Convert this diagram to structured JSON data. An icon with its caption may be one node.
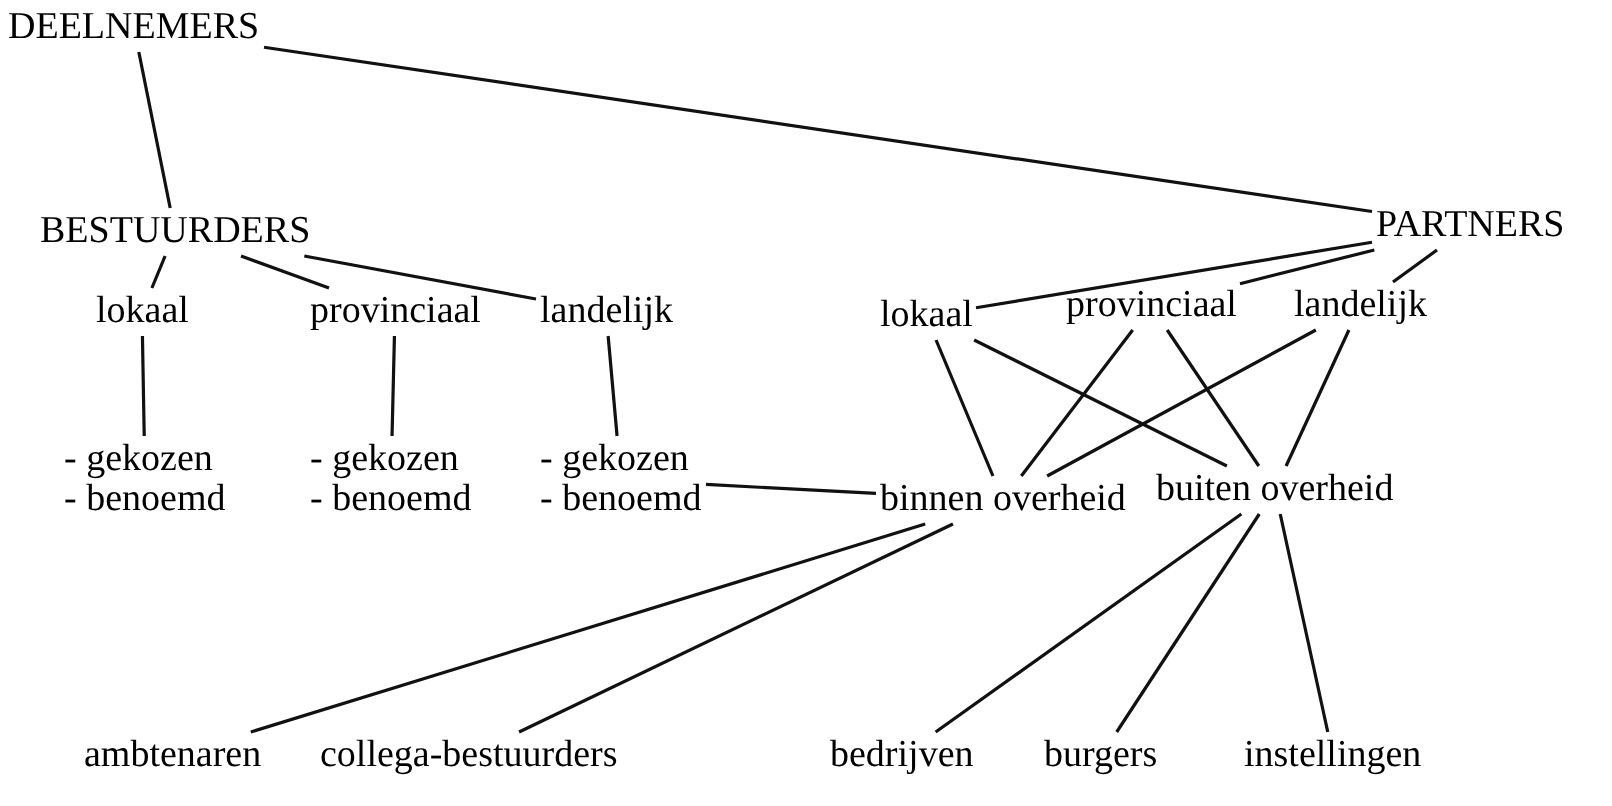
{
  "diagram": {
    "nodes": [
      {
        "text": [
          "DEELNEMERS"
        ]
      },
      {
        "text": [
          "BESTUURDERS"
        ]
      },
      {
        "text": [
          "PARTNERS"
        ]
      },
      {
        "text": [
          "lokaal"
        ]
      },
      {
        "text": [
          "provinciaal"
        ]
      },
      {
        "text": [
          "landelijk"
        ]
      },
      {
        "text": [
          "- gekozen",
          "- benoemd"
        ]
      },
      {
        "text": [
          "- gekozen",
          "- benoemd"
        ]
      },
      {
        "text": [
          "- gekozen",
          "- benoemd"
        ]
      },
      {
        "text": [
          "lokaal"
        ]
      },
      {
        "text": [
          "provinciaal"
        ]
      },
      {
        "text": [
          "landelijk"
        ]
      },
      {
        "text": [
          "binnen overheid"
        ]
      },
      {
        "text": [
          "buiten overheid"
        ]
      },
      {
        "text": [
          "ambtenaren"
        ]
      },
      {
        "text": [
          "collega-bestuurders"
        ]
      },
      {
        "text": [
          "bedrijven"
        ]
      },
      {
        "text": [
          "burgers"
        ]
      },
      {
        "text": [
          "instellingen"
        ]
      }
    ],
    "edges": [
      {
        "from": 0,
        "to": 1,
        "arrow": "none"
      },
      {
        "from": 0,
        "to": 2,
        "arrow": "none"
      },
      {
        "from": 1,
        "to": 3,
        "arrow": "none"
      },
      {
        "from": 1,
        "to": 4,
        "arrow": "none"
      },
      {
        "from": 1,
        "to": 5,
        "arrow": "none"
      },
      {
        "from": 3,
        "to": 6,
        "arrow": "none"
      },
      {
        "from": 4,
        "to": 7,
        "arrow": "none"
      },
      {
        "from": 5,
        "to": 8,
        "arrow": "none"
      },
      {
        "from": 2,
        "to": 9,
        "arrow": "none"
      },
      {
        "from": 2,
        "to": 10,
        "arrow": "none"
      },
      {
        "from": 2,
        "to": 11,
        "arrow": "none"
      },
      {
        "from": 9,
        "to": 12,
        "arrow": "none"
      },
      {
        "from": 9,
        "to": 13,
        "arrow": "none"
      },
      {
        "from": 10,
        "to": 12,
        "arrow": "none"
      },
      {
        "from": 10,
        "to": 13,
        "arrow": "none"
      },
      {
        "from": 11,
        "to": 12,
        "arrow": "none"
      },
      {
        "from": 11,
        "to": 13,
        "arrow": "none"
      },
      {
        "from": 12,
        "to": 8,
        "arrow": "none"
      },
      {
        "from": 12,
        "to": 14,
        "arrow": "none"
      },
      {
        "from": 12,
        "to": 15,
        "arrow": "none"
      },
      {
        "from": 13,
        "to": 16,
        "arrow": "none"
      },
      {
        "from": 13,
        "to": 17,
        "arrow": "none"
      },
      {
        "from": 13,
        "to": 18,
        "arrow": "none"
      }
    ]
  }
}
